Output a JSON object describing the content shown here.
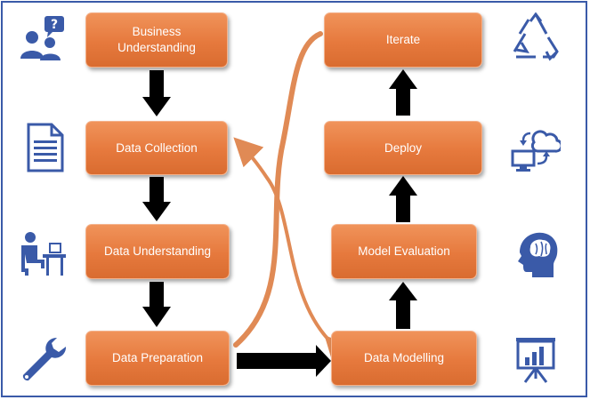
{
  "steps": {
    "business_understanding": {
      "line1": "Business",
      "line2": "Understanding"
    },
    "data_collection": "Data Collection",
    "data_understanding": "Data Understanding",
    "data_preparation": "Data Preparation",
    "data_modelling": "Data Modelling",
    "model_evaluation": "Model Evaluation",
    "deploy": "Deploy",
    "iterate": "Iterate"
  },
  "icons": {
    "left": [
      "people-question-icon",
      "document-icon",
      "person-at-desk-icon",
      "wrench-icon"
    ],
    "right": [
      "recycle-icon",
      "cloud-sync-icon",
      "brain-head-icon",
      "presentation-chart-icon"
    ]
  },
  "colors": {
    "box_orange": "#e6793d",
    "icon_blue": "#3a5aa8",
    "arrow_black": "#000000",
    "curve_orange": "#e08a55",
    "frame_blue": "#3a5aa8"
  }
}
